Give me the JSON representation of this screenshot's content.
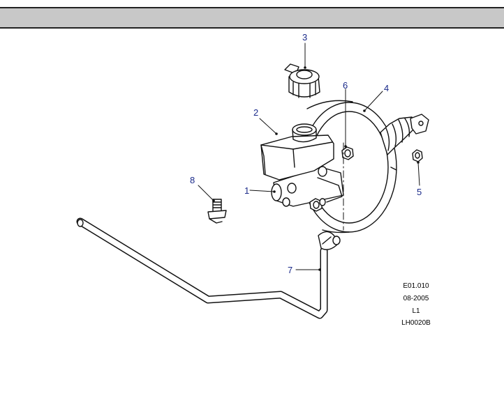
{
  "header": {
    "title": ""
  },
  "diagram": {
    "callouts": {
      "c1": "1",
      "c2": "2",
      "c3": "3",
      "c4": "4",
      "c5": "5",
      "c6": "6",
      "c7": "7",
      "c8": "8"
    },
    "reference": {
      "code": "E01.010",
      "date": "08-2005",
      "level": "L1",
      "illustration": "LH0020B"
    }
  }
}
